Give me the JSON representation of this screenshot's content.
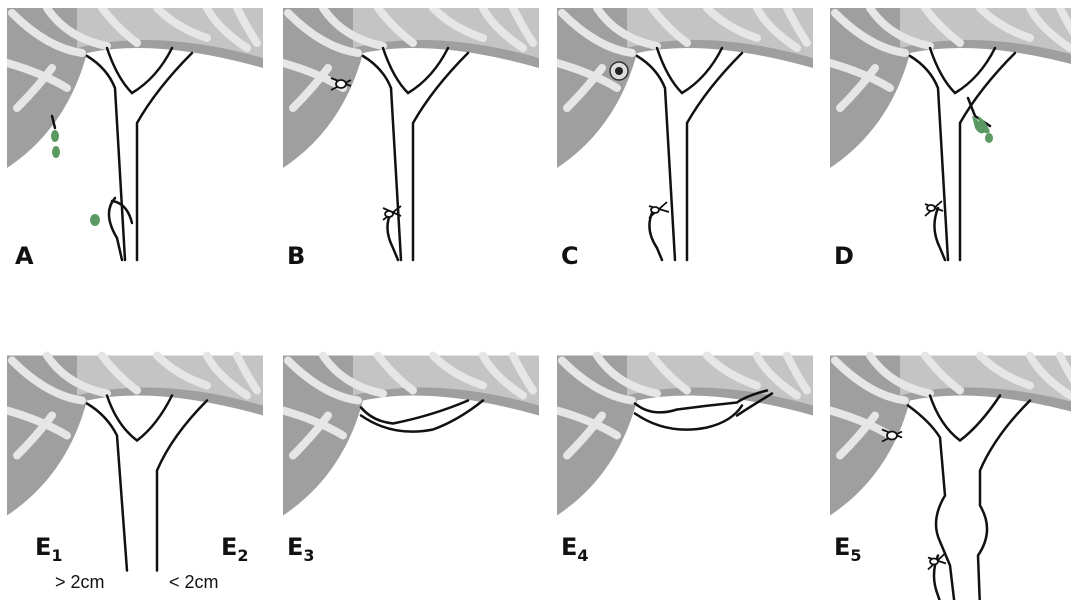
{
  "colors": {
    "liver": "#9b9b9b",
    "liver_light": "#c6c6c6",
    "vessel": "#e4e4e4",
    "duct": "#111111",
    "bile": "#5a9a62"
  },
  "panels": {
    "a": {
      "label": "A"
    },
    "b": {
      "label": "B"
    },
    "c": {
      "label": "C"
    },
    "d": {
      "label": "D"
    },
    "e1e2": {
      "label_e1": "E",
      "sub_e1": "1",
      "measure_e1": "> 2cm",
      "label_e2": "E",
      "sub_e2": "2",
      "measure_e2": "< 2cm"
    },
    "e3": {
      "label": "E",
      "sub": "3"
    },
    "e4": {
      "label": "E",
      "sub": "4"
    },
    "e5": {
      "label": "E",
      "sub": "5"
    }
  }
}
